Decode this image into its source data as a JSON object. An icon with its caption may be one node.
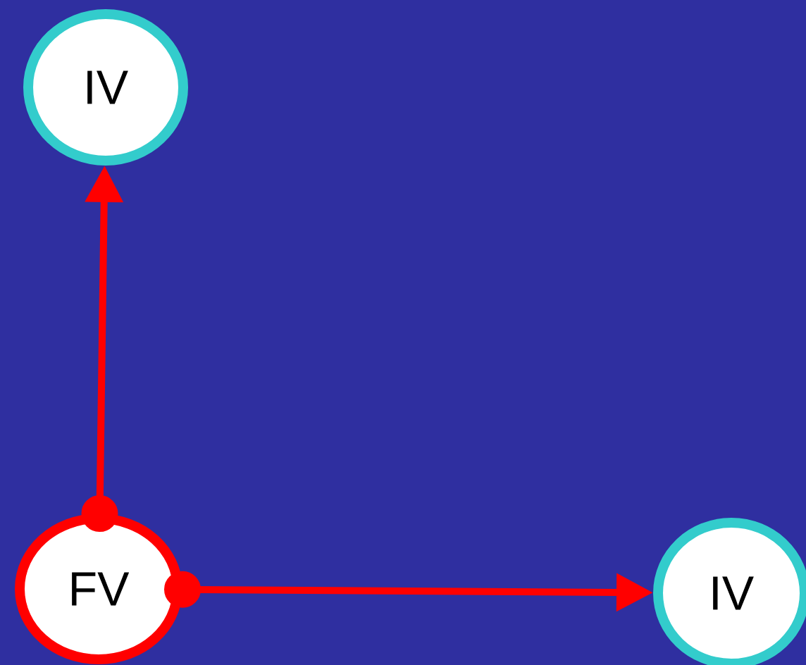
{
  "diagram": {
    "nodes": [
      {
        "text": [
          "IV"
        ]
      },
      {
        "text": [
          "FV"
        ]
      },
      {
        "text": [
          "IV"
        ]
      }
    ],
    "edges": [
      {
        "from": 1,
        "to": 0,
        "arrow": "to"
      },
      {
        "from": 1,
        "to": 2,
        "arrow": "to"
      }
    ]
  }
}
